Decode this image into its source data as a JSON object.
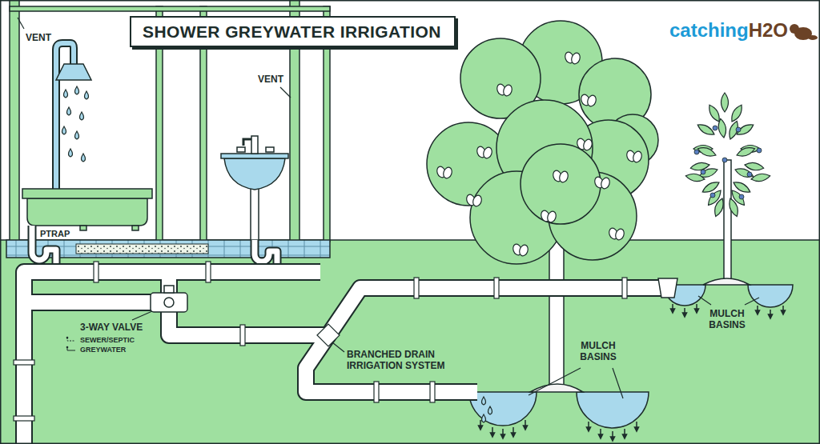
{
  "diagram": {
    "title": "SHOWER GREYWATER IRRIGATION",
    "labels": [
      "VENT",
      "catching",
      "H2O",
      "VENT",
      "PTRAP",
      "3-WAY VALVE",
      "BRANCHED DRAIN IRRIGATION SYSTEM",
      "MULCH BASINS",
      "MULCH BASINS"
    ],
    "legend": [
      {
        "text": "SEWER/SEPTIC"
      },
      {
        "text": "GREYWATER"
      }
    ]
  }
}
